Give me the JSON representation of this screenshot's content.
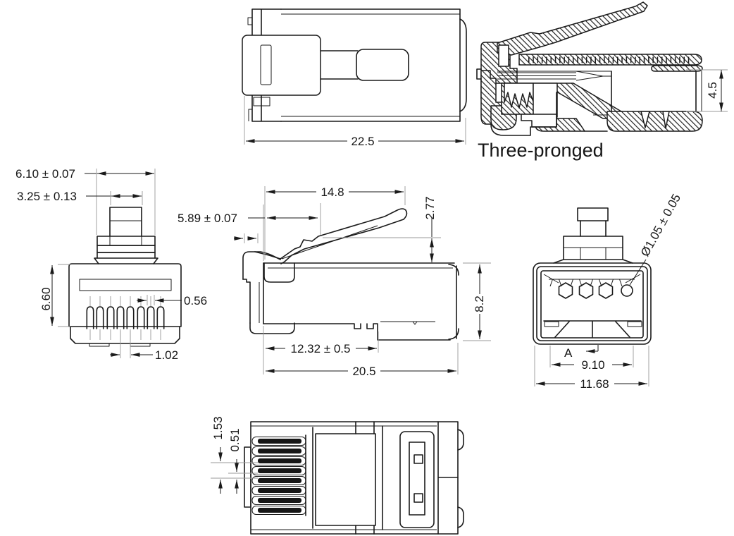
{
  "palette": {
    "background": "#ffffff",
    "line": "#1a1a1a",
    "extension_line": "#999999"
  },
  "caption": "Three-pronged",
  "views": {
    "top": {
      "overall_width": "22.5"
    },
    "section": {
      "shield_opening_height": "4.5"
    },
    "front": {
      "latch_base_width": "6.10 ± 0.07",
      "latch_tip_width": "3.25 ± 0.13",
      "body_height": "6.60",
      "contact_slot_width": "0.56",
      "contact_pitch": "1.02"
    },
    "side": {
      "latch_length": "14.8",
      "front_to_latch": "5.89 ± 0.07",
      "latch_rise": "2.77",
      "body_height": "8.2",
      "shield_length": "12.32 ± 0.5",
      "overall_length": "20.5"
    },
    "rear": {
      "wire_hole_diameter": "Ø1.05 ± 0.05",
      "detail_marker": "A",
      "cavity_width": "9.10",
      "overall_width": "11.68"
    },
    "bottom": {
      "slot_group_pitch": "1.53",
      "slot_width": "0.51"
    }
  }
}
